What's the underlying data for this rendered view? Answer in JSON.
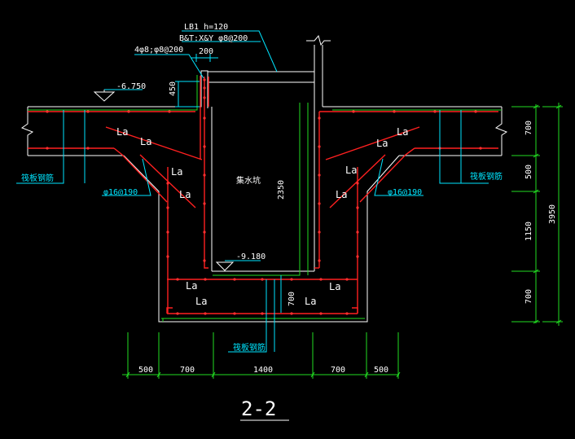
{
  "slab": {
    "line1": "LB1 h=120",
    "line2": "B&T:X&Y φ8@200"
  },
  "top_dim_200": "200",
  "rebar_left_top": "4φ8;φ8@200",
  "elev_slab": "-6.750",
  "elev_bottom": "-9.180",
  "dim_450": "450",
  "pit_label": "集水坑",
  "depth_2350": "2350",
  "depth_700": "700",
  "la": "La",
  "bar_left": "φ16@190",
  "bar_right": "φ16@190",
  "foundation_left": "筏板钢筋",
  "foundation_right": "筏板钢筋",
  "foundation_bottom": "筏板钢筋",
  "bottom_dims": [
    "500",
    "700",
    "1400",
    "700",
    "500"
  ],
  "right_dims": [
    "700",
    "500",
    "1150",
    "700"
  ],
  "right_total": "3950",
  "section_title": "2-2"
}
